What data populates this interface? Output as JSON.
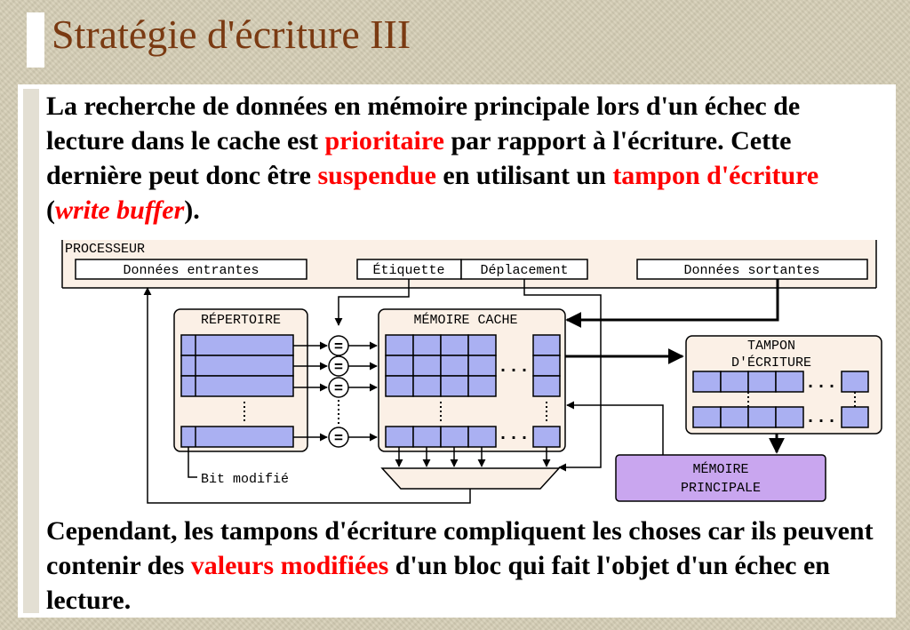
{
  "slide": {
    "title": "Stratégie d'écriture III",
    "intro": {
      "t1": "La recherche de données en mémoire principale lors d'un échec de lecture dans le cache est ",
      "h1": "prioritaire",
      "t2": " par rapport à l'écriture. Cette dernière peut donc être ",
      "h2": "suspendue",
      "t3": "  en utilisant un ",
      "h3": "tampon d'écriture",
      "t4": " (",
      "h4": "write buffer",
      "t5": ")."
    },
    "outro": {
      "t1": "Cependant, les tampons d'écriture compliquent les choses car ils peuvent contenir des ",
      "h1": "valeurs modifiées",
      "t2": " d'un bloc qui fait l'objet d'un échec en lecture."
    }
  },
  "diagram": {
    "processor": "PROCESSEUR",
    "data_in": "Données entrantes",
    "tag": "Étiquette",
    "offset": "Déplacement",
    "data_out": "Données sortantes",
    "directory": "RÉPERTOIRE",
    "cache": "MÉMOIRE CACHE",
    "buffer_line1": "TAMPON",
    "buffer_line2": "D'ÉCRITURE",
    "main_mem_line1": "MÉMOIRE",
    "main_mem_line2": "PRINCIPALE",
    "dirty_bit": "Bit modifié",
    "ellipsis": "...",
    "comparator": "="
  },
  "colors": {
    "title": "#7a3a12",
    "highlight": "#ff0000",
    "cell_fill": "#aab0f2",
    "box_fill": "#fbf0e6",
    "main_memory_fill": "#c9a6ef"
  }
}
